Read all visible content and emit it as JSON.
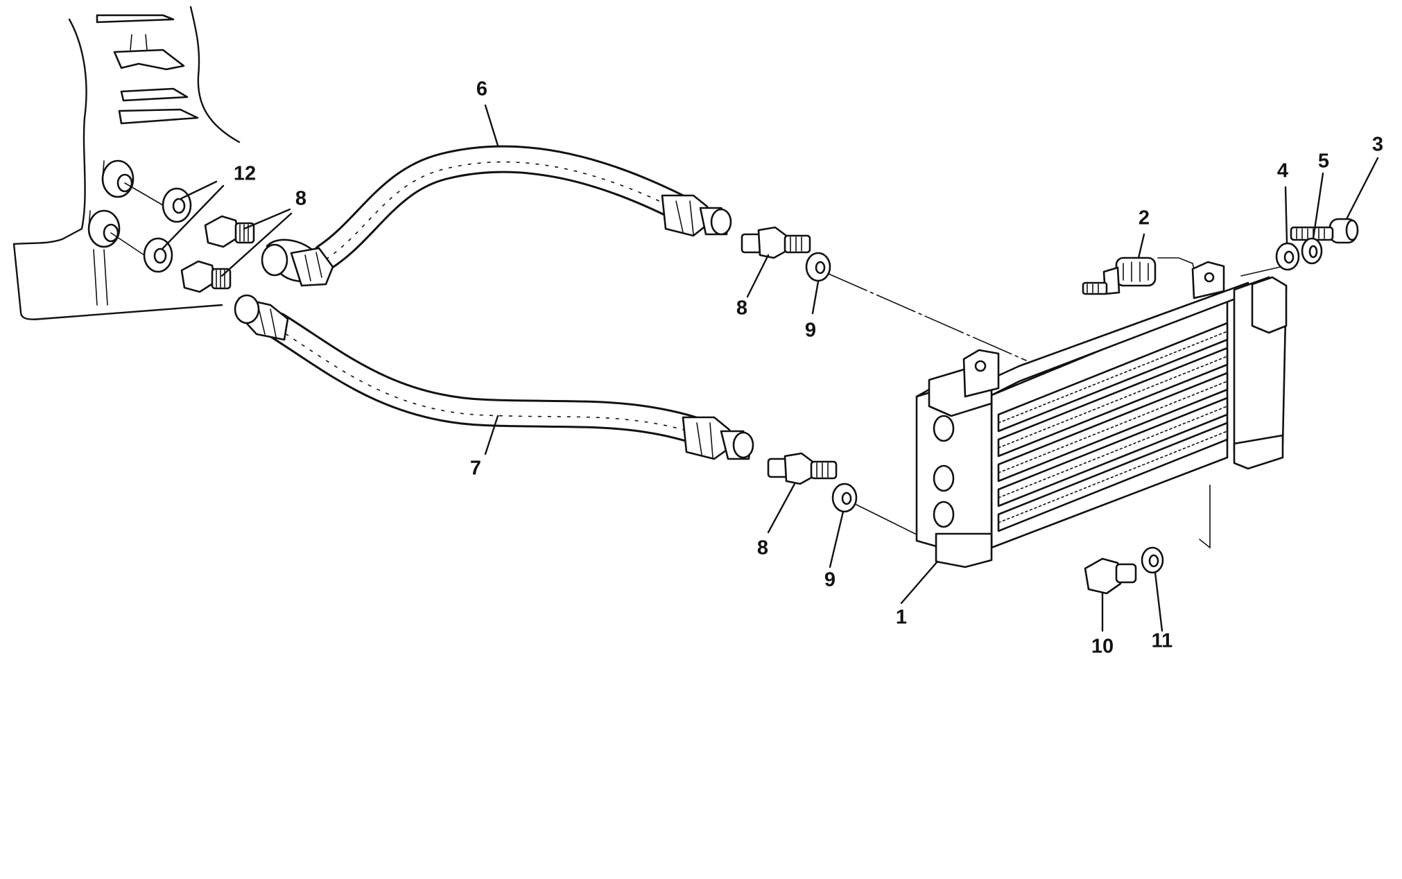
{
  "diagram": {
    "labels": [
      "1",
      "2",
      "3",
      "4",
      "5",
      "6",
      "7",
      "8",
      "8",
      "8",
      "9",
      "9",
      "10",
      "11",
      "12"
    ]
  }
}
